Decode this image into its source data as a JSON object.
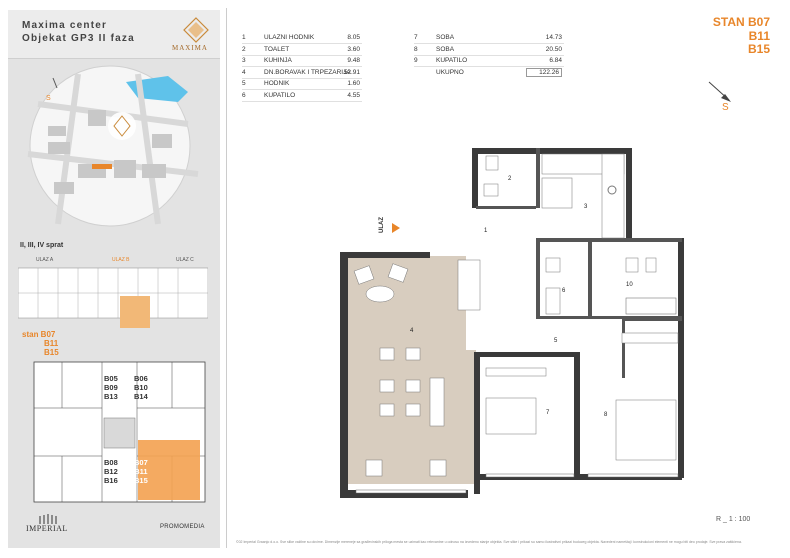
{
  "header": {
    "title_line1": "Maxima center",
    "title_line2": "Objekat GP3 II faza",
    "logo_text": "MAXIMA"
  },
  "map": {
    "north_label": "S"
  },
  "sidebar": {
    "floors_label": "II, III, IV sprat",
    "entrances": [
      "ULAZ A",
      "ULAZ B",
      "ULAZ C"
    ],
    "stan_lines": [
      "stan B07",
      "B11",
      "B15"
    ],
    "floor_labels": [
      {
        "lines": [
          "B05",
          "B09",
          "B13"
        ],
        "highlight": false
      },
      {
        "lines": [
          "B06",
          "B10",
          "B14"
        ],
        "highlight": false
      },
      {
        "lines": [
          "B08",
          "B12",
          "B16"
        ],
        "highlight": false
      },
      {
        "lines": [
          "B07",
          "B11",
          "B15"
        ],
        "highlight": true
      }
    ],
    "developer": "IMPERIAL",
    "agency": "PROMOMEDIA"
  },
  "areas_left": [
    {
      "num": "1",
      "name": "ULAZNI HODNIK",
      "area": "8.05"
    },
    {
      "num": "2",
      "name": "TOALET",
      "area": "3.60"
    },
    {
      "num": "3",
      "name": "KUHINJA",
      "area": "9.48"
    },
    {
      "num": "4",
      "name": "DN.BORAVAK I TRPEZARIJA",
      "area": "52.91"
    },
    {
      "num": "5",
      "name": "HODNIK",
      "area": "1.60"
    },
    {
      "num": "6",
      "name": "KUPATILO",
      "area": "4.55"
    }
  ],
  "areas_right": [
    {
      "num": "7",
      "name": "SOBA",
      "area": "14.73"
    },
    {
      "num": "8",
      "name": "SOBA",
      "area": "20.50"
    },
    {
      "num": "9",
      "name": "KUPATILO",
      "area": "6.84"
    }
  ],
  "total": {
    "label": "UKUPNO",
    "area": "122.26"
  },
  "apartment": {
    "lines": [
      "STAN B07",
      "B11",
      "B15"
    ]
  },
  "compass_label": "S",
  "entrance_label": "ULAZ",
  "room_numbers": [
    "1",
    "2",
    "3",
    "4",
    "5",
    "6",
    "7",
    "8",
    "10"
  ],
  "scale": "R _ 1 : 100",
  "footer": "©02 Imperial Graanjo d.o.o. Sve slike važilne su okvirne. Dimenzije mereneje sa građevinskih priloga mesta se uzimati kao relevantne u odnosu na izvedeno stanje objekta. Sve slike i prikazi su samo ilustrativni prikazi buduceg objekta. Navedeni nameštaj i konstrukcioni elementi ne mogu biti deo prodaje. Sve prava zaštićena."
}
